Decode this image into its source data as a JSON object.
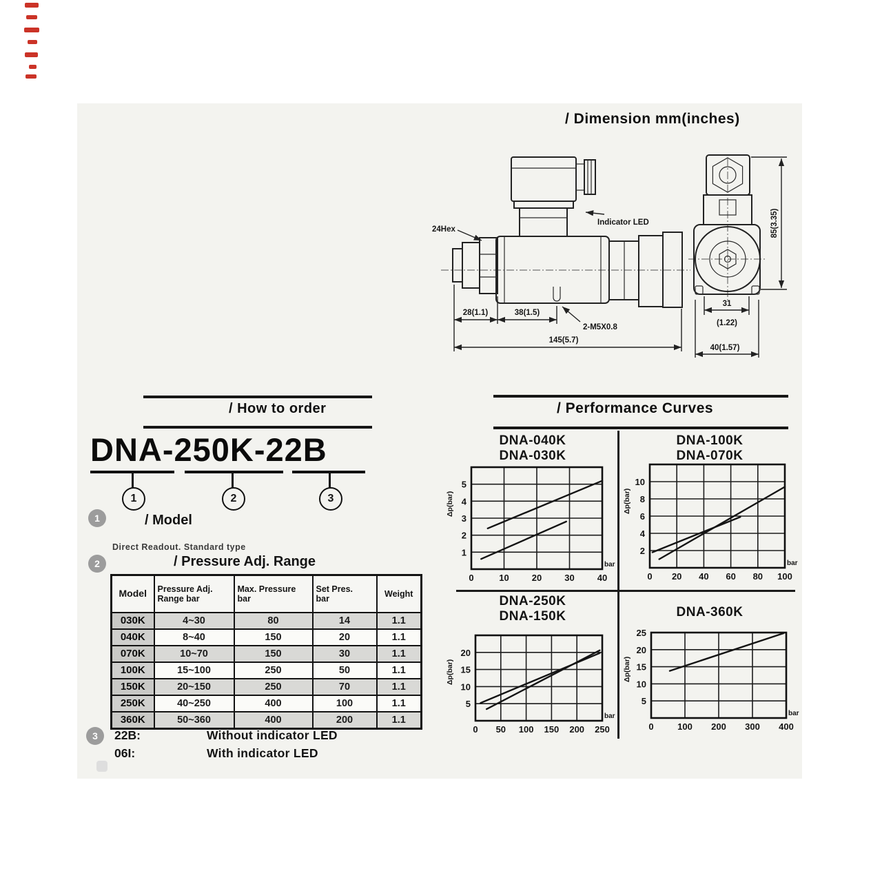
{
  "page": {
    "background": "#ffffff",
    "scan_tint": "#f3f3ef",
    "ink": "#141414",
    "artifact_red": "#cb3327"
  },
  "dimension": {
    "title": "/ Dimension mm(inches)",
    "labels": {
      "hex": "24Hex",
      "led": "Indicator LED",
      "d28": "28(1.1)",
      "d38": "38(1.5)",
      "thread": "2-M5X0.8",
      "d145": "145(5.7)",
      "d31": "31",
      "d31_in": "(1.22)",
      "d40": "40(1.57)",
      "d85": "85(3.35)"
    }
  },
  "order": {
    "section_title": "/ How to order",
    "model_number": "DNA-250K-22B",
    "callout_1": "1",
    "callout_2": "2",
    "callout_3": "3",
    "badge_1": "1",
    "badge_2": "2",
    "badge_3": "3",
    "model_label": "/ Model",
    "model_subtitle": "Direct Readout. Standard type",
    "range_label": "/ Pressure Adj. Range",
    "options": [
      {
        "code": "22B:",
        "desc": "Without indicator LED"
      },
      {
        "code": "06I:",
        "desc": "With indicator LED"
      }
    ],
    "table": {
      "headers": [
        "Model",
        "Pressure Adj.\nRange bar",
        "Max. Pressure\nbar",
        "Set Pres.\nbar",
        "Weight"
      ],
      "rows": [
        {
          "model": "030K",
          "range": "4~30",
          "max_pressure": "80",
          "set_pres": "14",
          "weight": "1.1"
        },
        {
          "model": "040K",
          "range": "8~40",
          "max_pressure": "150",
          "set_pres": "20",
          "weight": "1.1"
        },
        {
          "model": "070K",
          "range": "10~70",
          "max_pressure": "150",
          "set_pres": "30",
          "weight": "1.1"
        },
        {
          "model": "100K",
          "range": "15~100",
          "max_pressure": "250",
          "set_pres": "50",
          "weight": "1.1"
        },
        {
          "model": "150K",
          "range": "20~150",
          "max_pressure": "250",
          "set_pres": "70",
          "weight": "1.1"
        },
        {
          "model": "250K",
          "range": "40~250",
          "max_pressure": "400",
          "set_pres": "100",
          "weight": "1.1"
        },
        {
          "model": "360K",
          "range": "50~360",
          "max_pressure": "400",
          "set_pres": "200",
          "weight": "1.1"
        }
      ]
    }
  },
  "performance": {
    "section_title": "/ Performance Curves"
  },
  "chart_data": [
    {
      "type": "line",
      "title1": "DNA-040K",
      "title2": "DNA-030K",
      "ylabel": "Δp(bar)",
      "x_unit": "bar",
      "xlim": [
        0,
        40
      ],
      "ylim": [
        0,
        6
      ],
      "xticks": [
        0,
        10,
        20,
        30,
        40
      ],
      "yticks": [
        1,
        2,
        3,
        4,
        5
      ],
      "grid": true,
      "legend": "titles-above",
      "series": [
        {
          "name": "DNA-040K",
          "points": [
            [
              5,
              2.4
            ],
            [
              40,
              5.2
            ]
          ]
        },
        {
          "name": "DNA-030K",
          "points": [
            [
              3,
              0.6
            ],
            [
              29,
              2.8
            ]
          ]
        }
      ]
    },
    {
      "type": "line",
      "title1": "DNA-100K",
      "title2": "DNA-070K",
      "ylabel": "Δp(bar)",
      "x_unit": "bar",
      "xlim": [
        0,
        100
      ],
      "ylim": [
        0,
        12
      ],
      "xticks": [
        0,
        20,
        40,
        60,
        80,
        100
      ],
      "yticks": [
        2,
        4,
        6,
        8,
        10
      ],
      "grid": true,
      "legend": "titles-above",
      "series": [
        {
          "name": "DNA-100K",
          "points": [
            [
              7,
              1.0
            ],
            [
              100,
              9.4
            ]
          ]
        },
        {
          "name": "DNA-070K",
          "points": [
            [
              2,
              1.8
            ],
            [
              67,
              5.9
            ]
          ]
        }
      ]
    },
    {
      "type": "line",
      "title1": "DNA-250K",
      "title2": "DNA-150K",
      "ylabel": "Δp(bar)",
      "x_unit": "bar",
      "xlim": [
        0,
        250
      ],
      "ylim": [
        0,
        25
      ],
      "xticks": [
        0,
        50,
        100,
        150,
        200,
        250
      ],
      "yticks": [
        5,
        10,
        15,
        20
      ],
      "grid": true,
      "legend": "titles-above",
      "series": [
        {
          "name": "DNA-250K",
          "points": [
            [
              10,
              5.2
            ],
            [
              245,
              19.8
            ]
          ]
        },
        {
          "name": "DNA-150K",
          "points": [
            [
              22,
              3.4
            ],
            [
              245,
              20.6
            ]
          ]
        }
      ]
    },
    {
      "type": "line",
      "title1": "DNA-360K",
      "title2": "",
      "ylabel": "Δp(bar)",
      "x_unit": "bar",
      "xlim": [
        0,
        400
      ],
      "ylim": [
        0,
        25
      ],
      "xticks": [
        0,
        100,
        200,
        300,
        400
      ],
      "yticks": [
        5,
        10,
        15,
        20,
        25
      ],
      "grid": true,
      "legend": "titles-above",
      "series": [
        {
          "name": "DNA-360K",
          "points": [
            [
              55,
              13.8
            ],
            [
              392,
              24.8
            ]
          ]
        }
      ]
    }
  ]
}
